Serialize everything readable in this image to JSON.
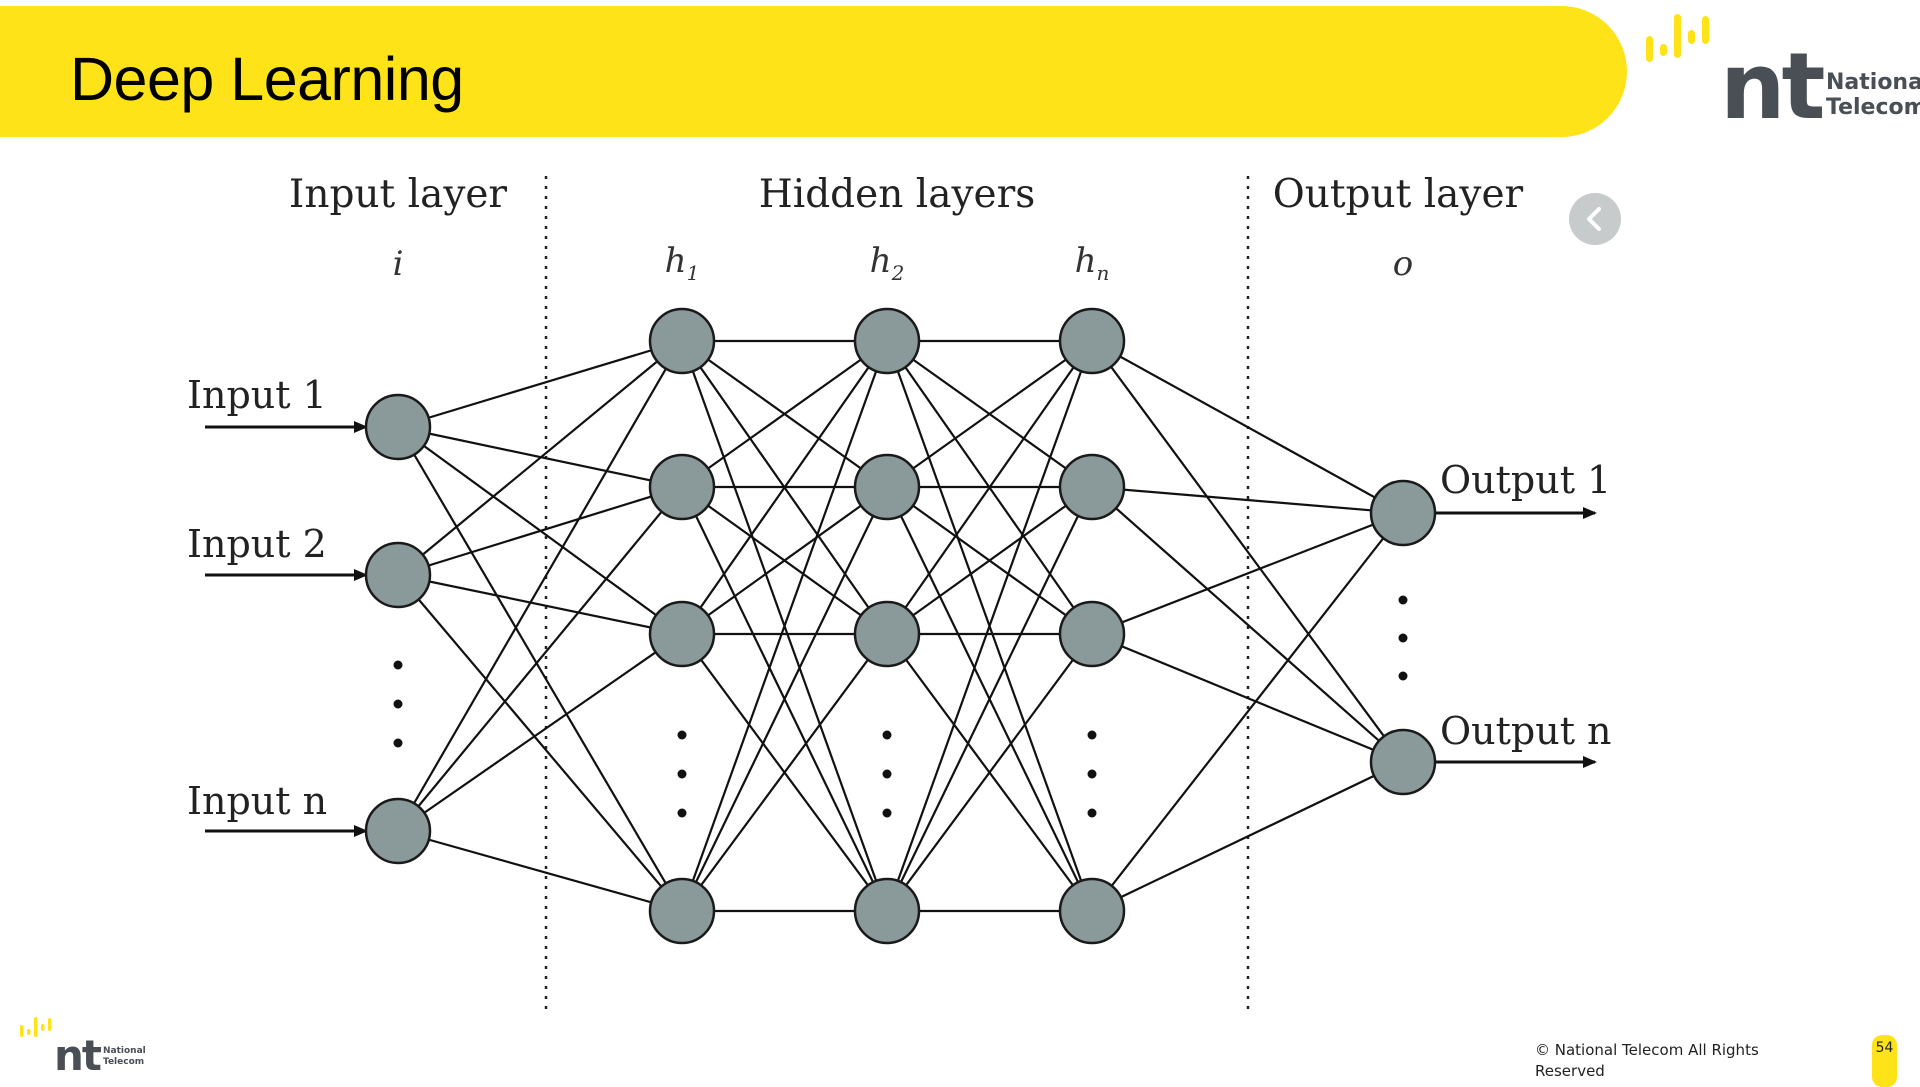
{
  "slide": {
    "title": "Deep Learning",
    "copyright": "© National Telecom All Rights Reserved",
    "page_number": "54"
  },
  "brand": {
    "name_line1": "National",
    "name_line2": "Telecom",
    "logo_letters": "nt",
    "accent_color": "#fde318",
    "logo_color": "#4a4f55"
  },
  "diagram": {
    "layer_headings": {
      "input": "Input layer",
      "hidden": "Hidden layers",
      "output": "Output layer"
    },
    "layer_symbols": {
      "input": "i",
      "h1": "h",
      "h1_sub": "1",
      "h2": "h",
      "h2_sub": "2",
      "hn": "h",
      "hn_sub": "n",
      "output": "o"
    },
    "inputs": [
      "Input 1",
      "Input 2",
      "Input n"
    ],
    "outputs": [
      "Output 1",
      "Output n"
    ],
    "node_color": "#8a9a9b"
  },
  "controls": {
    "prev_icon": "chevron-left-icon"
  }
}
